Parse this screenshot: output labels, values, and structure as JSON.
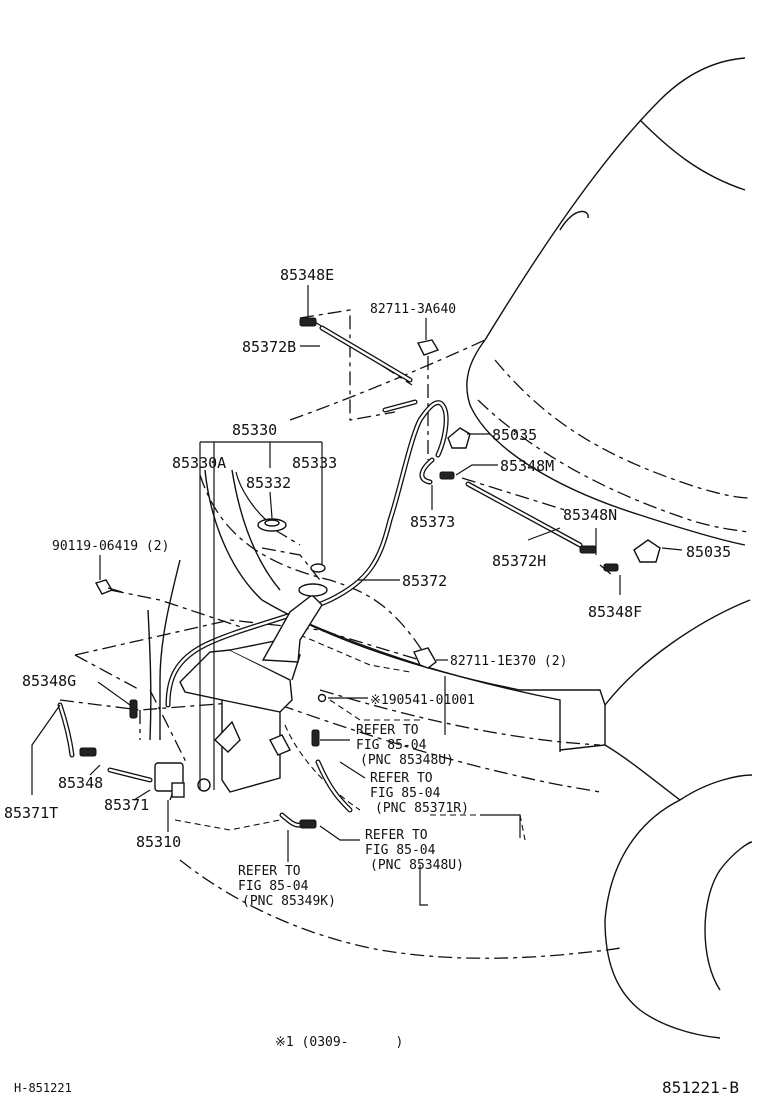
{
  "labels": {
    "p85348E": "85348E",
    "p82711_3A640": "82711-3A640",
    "p85372B": "85372B",
    "p85330": "85330",
    "p85035_top": "85035",
    "p85330A": "85330A",
    "p85333": "85333",
    "p85348M": "85348M",
    "p85332": "85332",
    "p85373": "85373",
    "p85348N": "85348N",
    "p90119": "90119-06419 (2)",
    "p85372H": "85372H",
    "p85035_right": "85035",
    "p85372": "85372",
    "p85348F": "85348F",
    "p82711_1E370": "82711-1E370 (2)",
    "p85348G": "85348G",
    "p190541": "※190541-01001",
    "p85348": "85348",
    "p85371T": "85371T",
    "p85371": "85371",
    "p85310": "85310"
  },
  "refs": {
    "r1": {
      "line1": "REFER TO",
      "line2": "FIG 85-04",
      "line3": "(PNC 85348U)"
    },
    "r2": {
      "line1": "REFER TO",
      "line2": "FIG 85-04",
      "line3": "(PNC 85371R)"
    },
    "r3": {
      "line1": "REFER TO",
      "line2": "FIG 85-04",
      "line3": "(PNC 85348U)"
    },
    "r4": {
      "line1": "REFER TO",
      "line2": "FIG 85-04",
      "line3": "(PNC 85349K)"
    }
  },
  "footer": {
    "note": "※1 (0309-      )",
    "left_code": "H-851221",
    "right_code": "851221-B"
  }
}
